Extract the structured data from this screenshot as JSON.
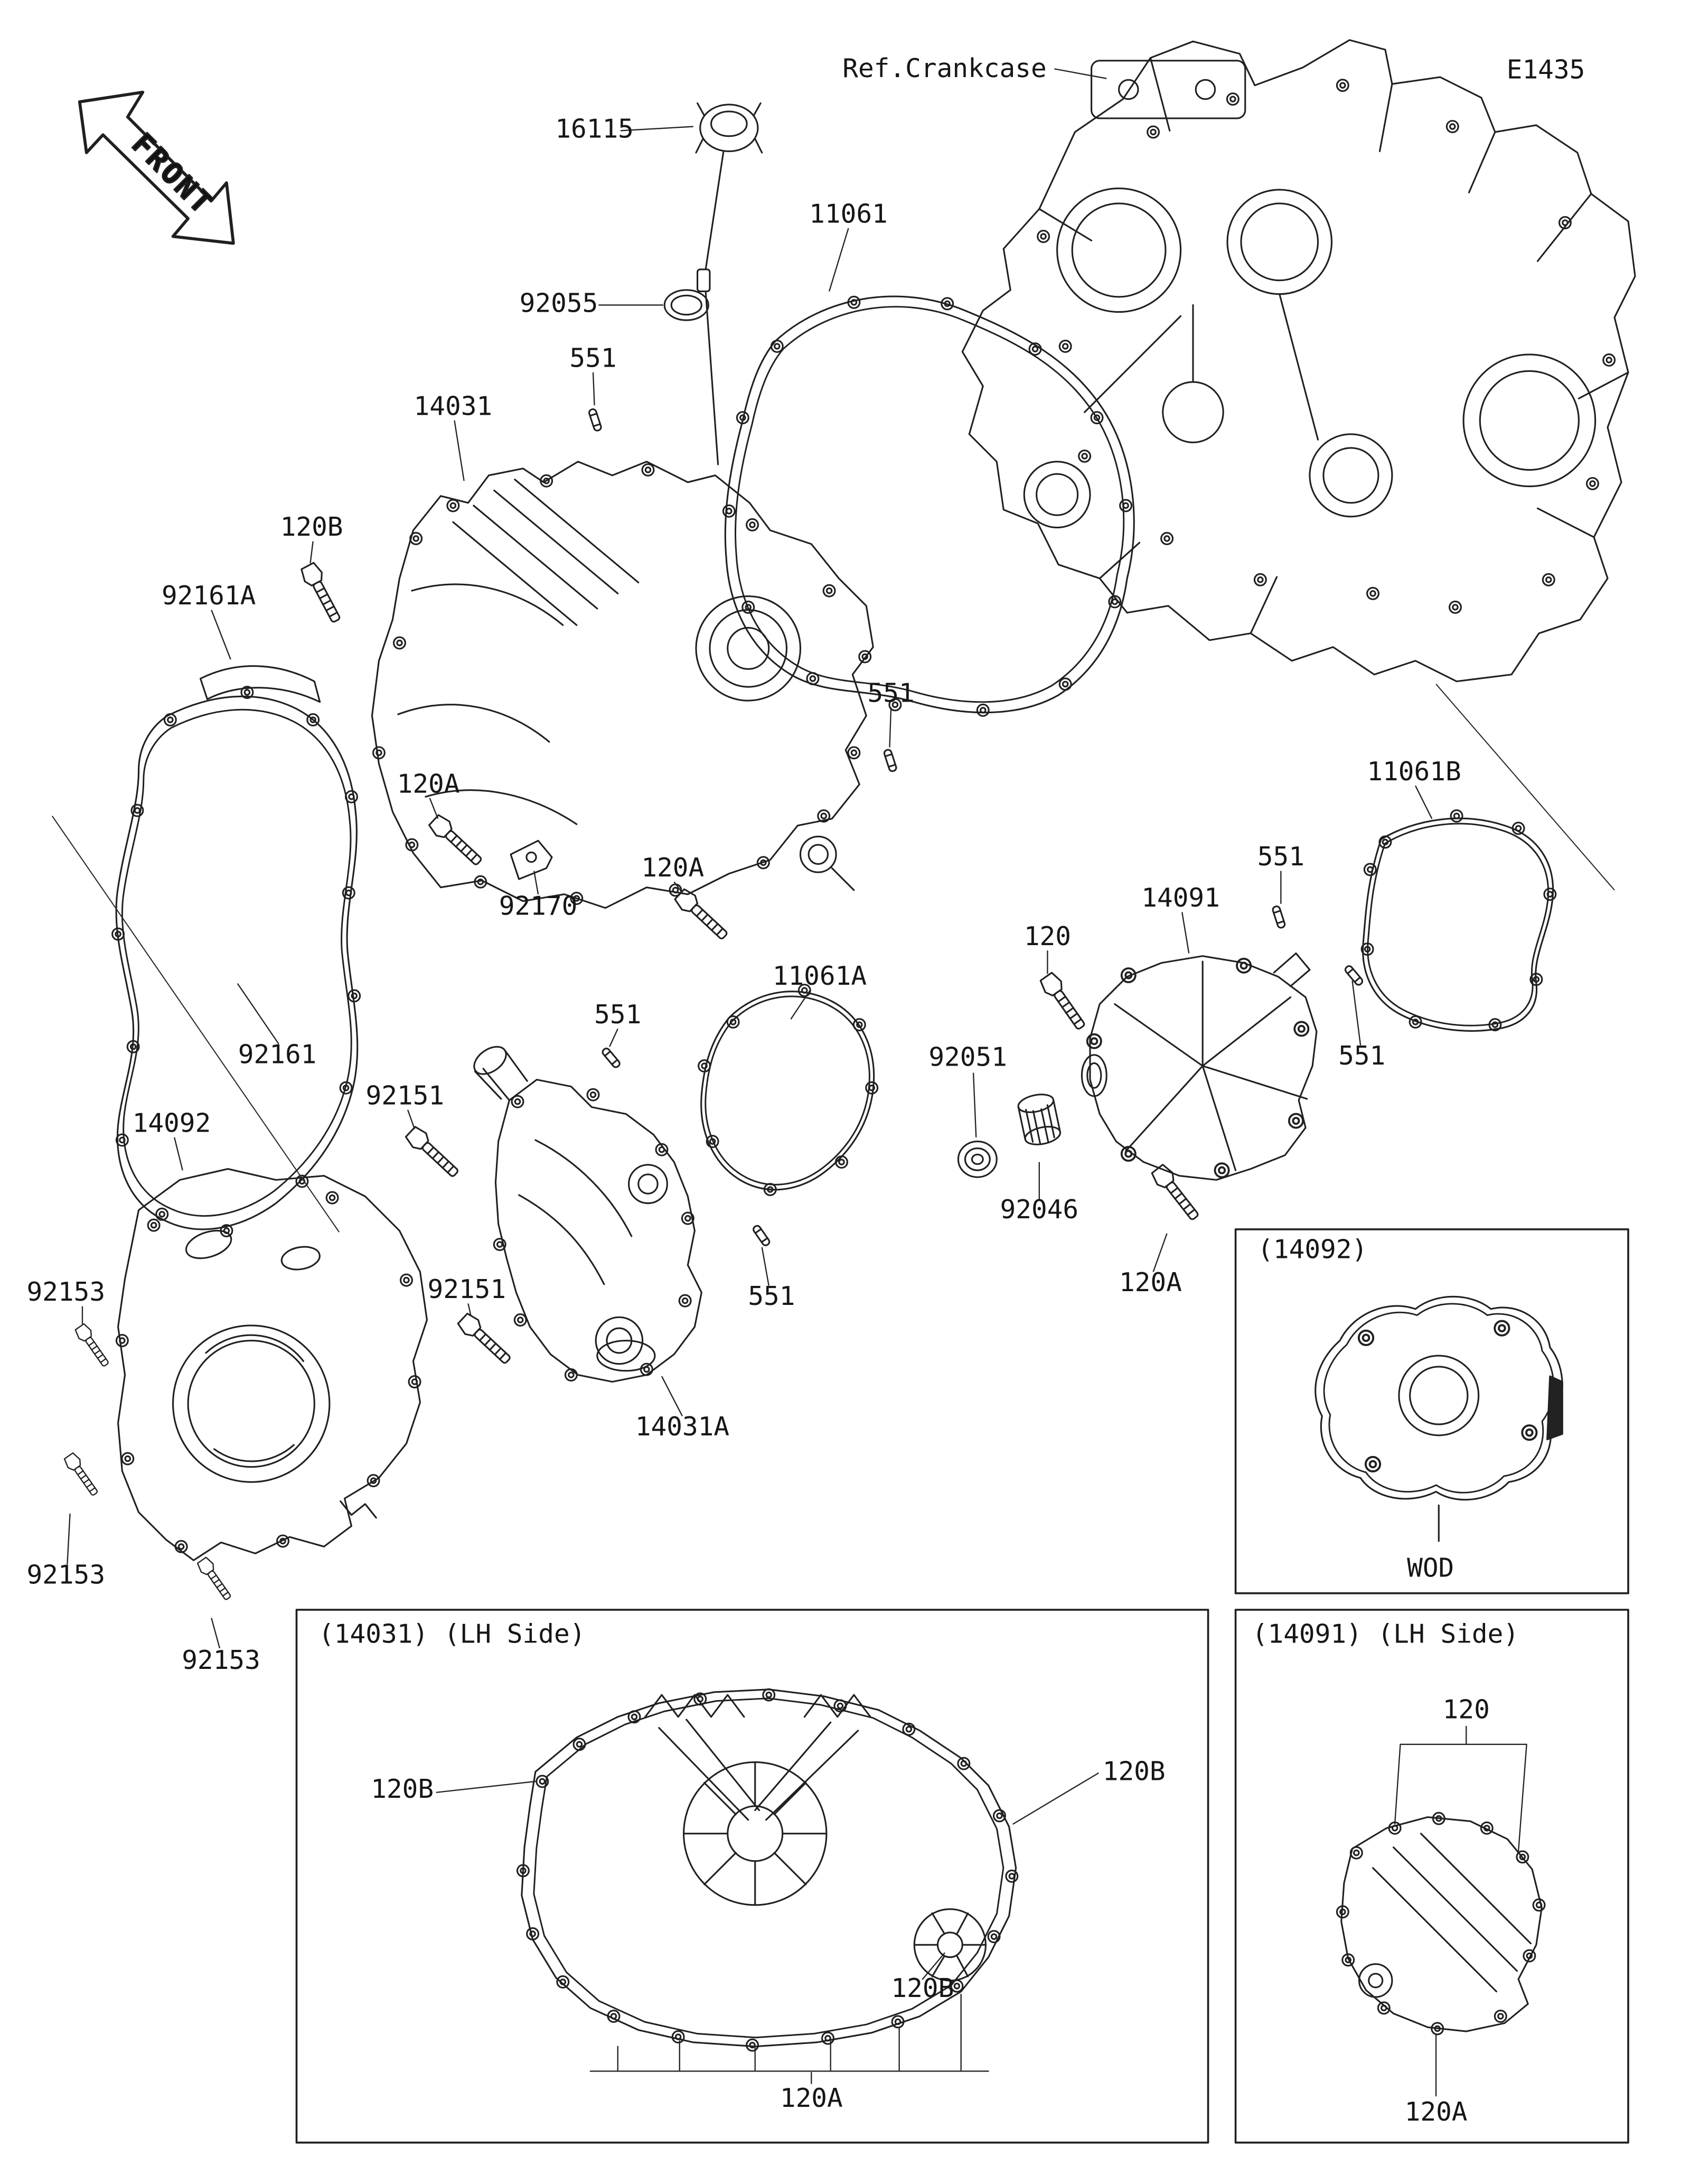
{
  "page": {
    "code": "E1435",
    "ref_crankcase_label": "Ref.Crankcase",
    "front_label": "FRONT"
  },
  "callouts": {
    "c16115": "16115",
    "c92055": "92055",
    "c551": "551",
    "c14031": "14031",
    "c120B": "120B",
    "c92161A": "92161A",
    "c11061": "11061",
    "c120A": "120A",
    "c92170": "92170",
    "c11061A": "11061A",
    "c92151": "92151",
    "c14092": "14092",
    "c92161": "92161",
    "c92153": "92153",
    "c14031A": "14031A",
    "c120": "120",
    "c14091": "14091",
    "c11061B": "11061B",
    "c92051": "92051",
    "c92046": "92046"
  },
  "insets": {
    "i14092": {
      "title": "(14092)",
      "caption": "WOD"
    },
    "i14031": {
      "title": "(14031) (LH Side)"
    },
    "i14091": {
      "title": "(14091) (LH Side)"
    }
  }
}
